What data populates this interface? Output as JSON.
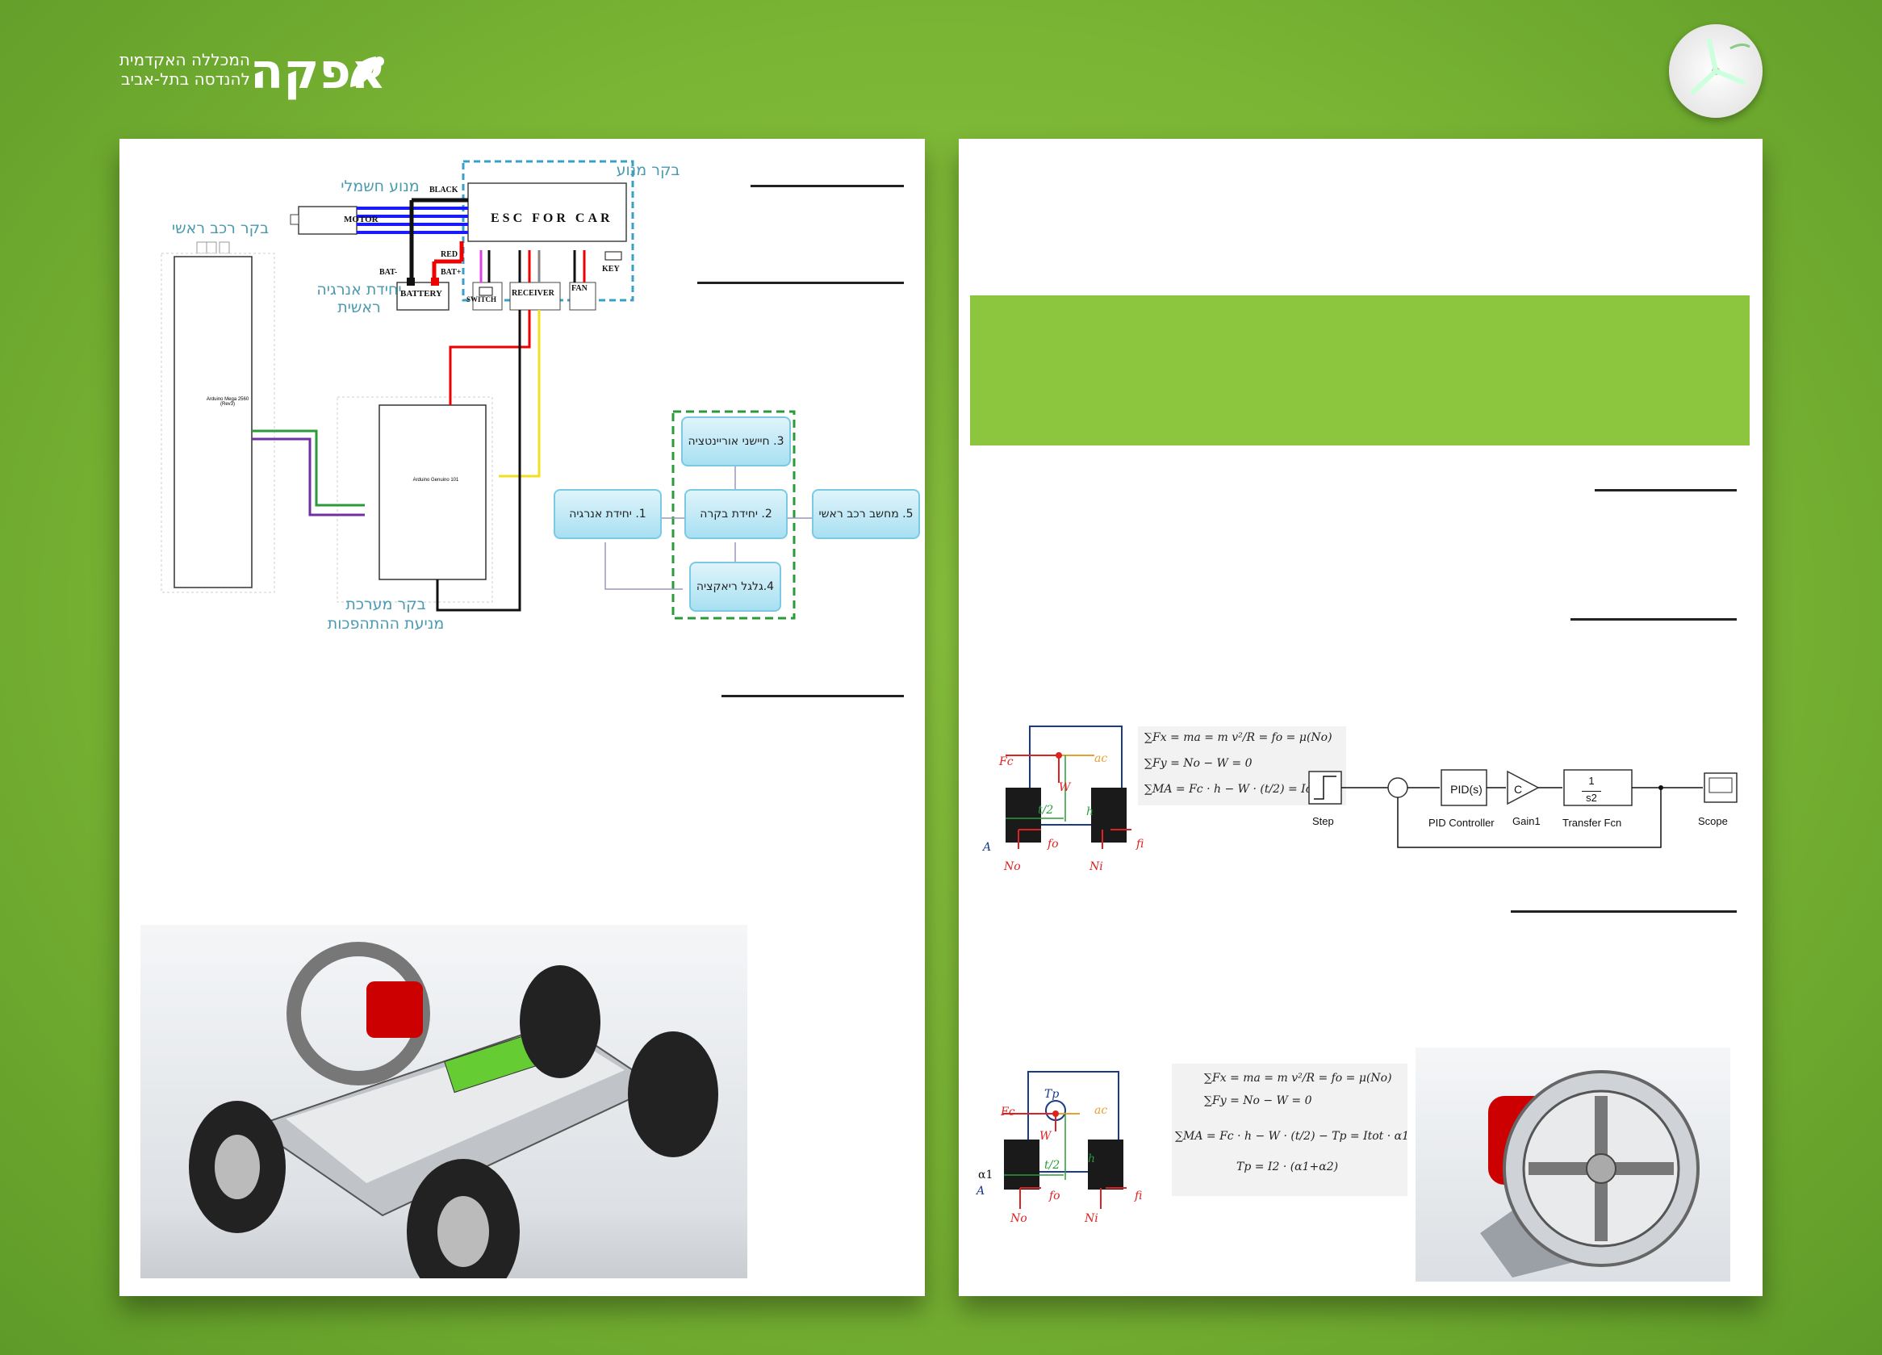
{
  "header": {
    "logo_word": "אפקה",
    "logo_line1": "המכללה האקדמית",
    "logo_line2": "להנדסה בתל-אביב"
  },
  "wiring": {
    "motor_controller": "בקר מנוע",
    "electric_motor": "מנוע חשמלי",
    "main_vehicle_controller": "בקר רכב ראשי",
    "main_energy_unit_1": "יחידת אנרגיה",
    "main_energy_unit_2": "ראשית",
    "rollover_ctrl_1": "בקר מערכת",
    "rollover_ctrl_2": "מניעת ההתהפכות",
    "esc": "ESC FOR CAR",
    "motor": "MOTOR",
    "battery": "BATTERY",
    "switch": "SWITCH",
    "receiver": "RECEIVER",
    "fan": "FAN",
    "key": "KEY",
    "black": "BLACK",
    "red": "RED",
    "bat_minus": "BAT-",
    "bat_plus": "BAT+",
    "mega_board": "Arduino Mega 2560 (Rev3)",
    "genuino_board": "Arduino Genuino 101"
  },
  "block_diagram": {
    "b1": "1. יחידת אנרגיה",
    "b2": "2. יחידת בקרה",
    "b3": "3. חיישני אוריינטציה",
    "b4": "4.גלגל ריאקציה",
    "b5": "5. מחשב רכב ראשי"
  },
  "simulink": {
    "step": "Step",
    "pid_block": "PID(s)",
    "pid": "PID Controller",
    "gain_block": "C",
    "gain": "Gain1",
    "tf_num": "1",
    "tf_den": "s2",
    "tf": "Transfer Fcn",
    "scope": "Scope"
  },
  "equations": {
    "eq1": "∑Fx = ma = m v²/R = fo = μ(No)",
    "eq2": "∑Fy = No − W = 0",
    "eq3": "∑MA = Fc · h − W · (t/2) = Iα",
    "eq4": "∑Fx = ma = m v²/R = fo = μ(No)",
    "eq5": "∑Fy = No − W = 0",
    "eq6": "∑MA = Fc · h − W · (t/2) − Tp = Itot · α1",
    "eq7": "Tp = I2 · (α1+α2)"
  },
  "fbd": {
    "fc": "Fc",
    "ac": "ac",
    "w": "W",
    "h": "h",
    "t2": "t/2",
    "fo": "fo",
    "fi": "fi",
    "no": "No",
    "ni": "Ni",
    "a": "A",
    "tp": "Tp",
    "alpha1": "α1"
  },
  "colors": {
    "green": "#8cc63f",
    "banner": "#8cc63f",
    "box_border": "#7cc9e4",
    "hebrew_label": "#4a9ab0"
  }
}
